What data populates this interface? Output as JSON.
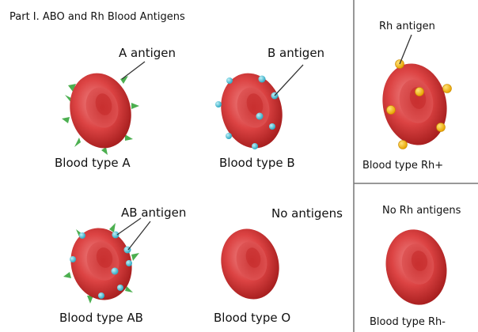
{
  "title": "Part I. ABO and Rh Blood Antigens",
  "antigen_labels": {
    "a": "A antigen",
    "b": "B antigen",
    "ab": "AB antigen",
    "none": "No antigens",
    "rh": "Rh antigen",
    "no_rh": "No Rh antigens"
  },
  "cell_captions": {
    "type_a": "Blood type A",
    "type_b": "Blood type B",
    "type_ab": "Blood type AB",
    "type_o": "Blood type O",
    "rh_pos": "Blood type Rh+",
    "rh_neg": "Blood type Rh-"
  },
  "colors": {
    "cell_red": "#d83a3a",
    "cell_dark": "#b82525",
    "a_antigen_green": "#4caf50",
    "b_antigen_cyan": "#4cc3d9",
    "rh_antigen_yellow": "#f5b800",
    "divider": "#777777"
  }
}
